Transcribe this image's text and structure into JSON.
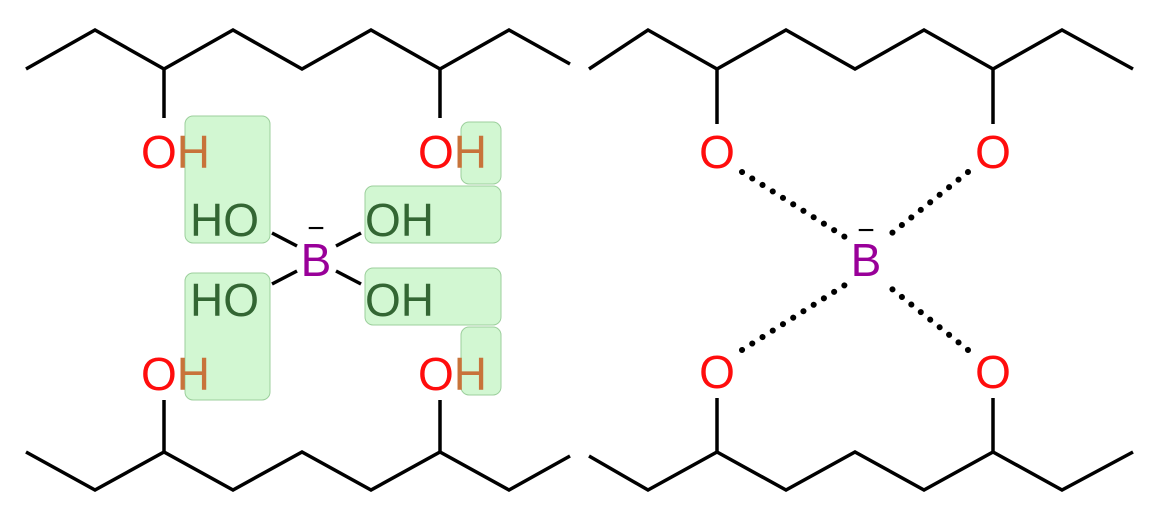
{
  "colors": {
    "oxygen": "#ff0d0d",
    "hydrogen": "#c8733a",
    "hydroxyl_on_boron": "#336633",
    "boron": "#990099",
    "bond": "#000000",
    "highlight": "#d2f7d2"
  },
  "left_panel": {
    "alcohol_oxygen": "O",
    "alcohol_hydrogen": "H",
    "boron_hydroxyl_left": "HO",
    "boron_hydroxyl_right": "OH",
    "boron": "B",
    "charge": "−"
  },
  "right_panel": {
    "oxygen": "O",
    "boron": "B",
    "charge": "−"
  }
}
